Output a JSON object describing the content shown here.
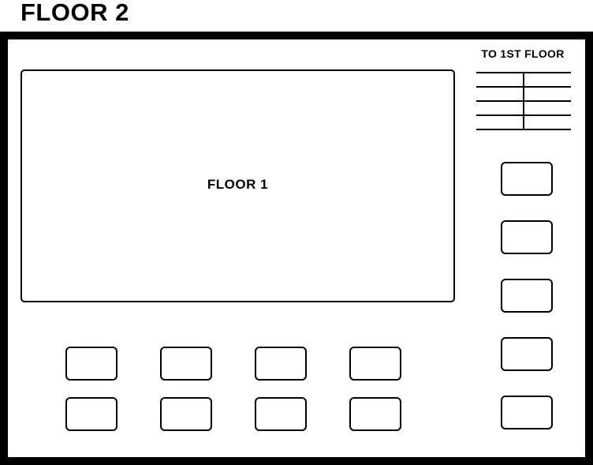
{
  "floor_title": "FLOOR 2",
  "floor1_label": "FLOOR 1",
  "stairs_label": "TO 1ST FLOOR",
  "colors": {
    "line": "#000000",
    "background": "#ffffff"
  }
}
